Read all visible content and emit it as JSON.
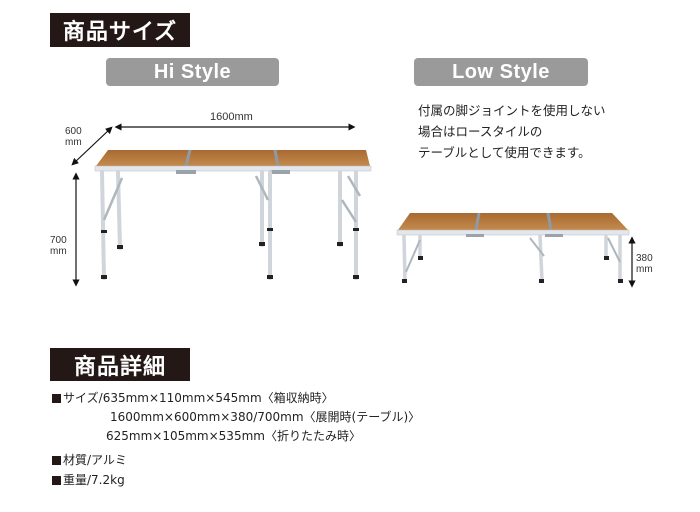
{
  "section_size": {
    "title": "商品サイズ"
  },
  "hi_style": {
    "label": "Hi Style",
    "width_dim": "1600mm",
    "depth_dim": [
      "600",
      "mm"
    ],
    "height_dim": [
      "700",
      "mm"
    ]
  },
  "low_style": {
    "label": "Low Style",
    "note_lines": [
      "付属の脚ジョイントを使用しない",
      "場合はロースタイルの",
      "テーブルとして使用できます。"
    ],
    "height_dim": [
      "380",
      "mm"
    ]
  },
  "section_detail": {
    "title": "商品詳細"
  },
  "specs": {
    "size_label": "サイズ/",
    "size_lines": [
      "635mm×110mm×545mm〈箱収納時〉",
      "1600mm×600mm×380/700mm〈展開時(テーブル)〉",
      "625mm×105mm×535mm〈折りたたみ時〉"
    ],
    "material": "材質/アルミ",
    "weight": "重量/7.2kg"
  },
  "colors": {
    "badge_dark": "#231815",
    "badge_grey": "#9a9a9a",
    "wood": "#b87a3e",
    "frame": "#d8dde2"
  }
}
